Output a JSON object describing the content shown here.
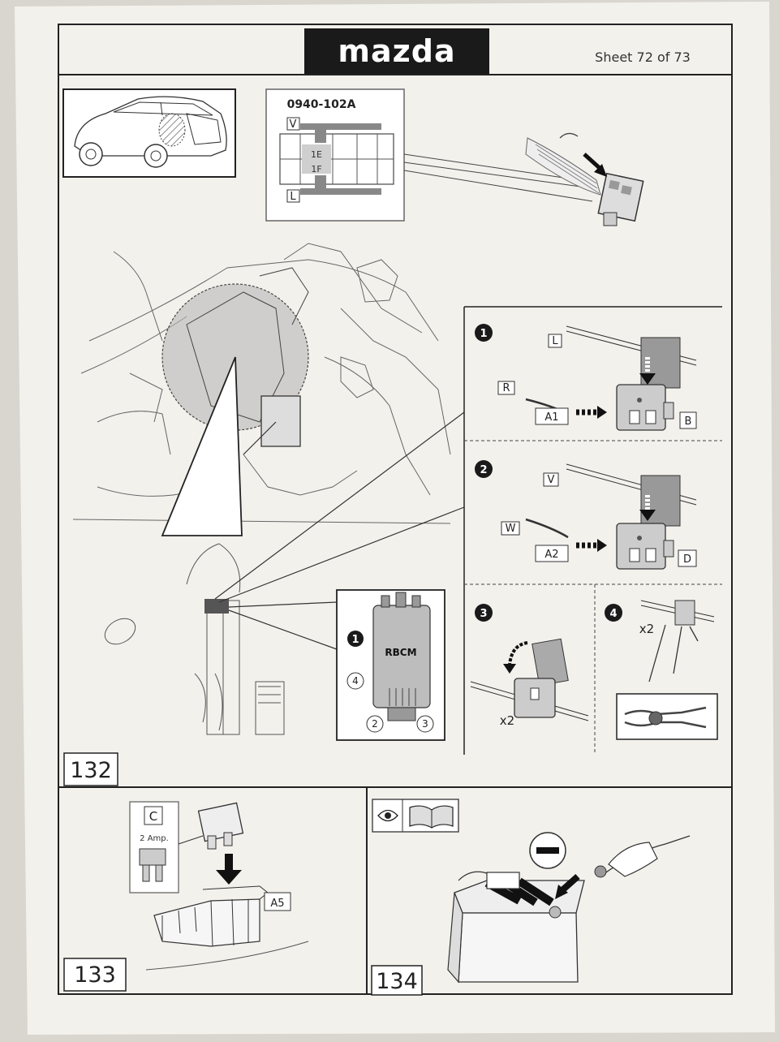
{
  "header": {
    "brand": "mazda",
    "sheet": "Sheet 72 of 73"
  },
  "connector": {
    "part_number": "0940-102A",
    "top_wire": "V",
    "bottom_wire": "L",
    "pin_1": "1E",
    "pin_2": "1F"
  },
  "step1": {
    "number": "1",
    "wire_main": "L",
    "wire_tap": "R",
    "tag_left": "A1",
    "tag_right": "B"
  },
  "step2": {
    "number": "2",
    "wire_main": "V",
    "wire_tap": "W",
    "tag_left": "A2",
    "tag_right": "D"
  },
  "step3": {
    "number": "3",
    "count": "x2"
  },
  "step4": {
    "number": "4",
    "count": "x2"
  },
  "module": {
    "label": "RBCM",
    "callout_1": "1",
    "callout_2": "2",
    "callout_3": "3",
    "callout_4": "4"
  },
  "panel_132": {
    "number": "132"
  },
  "panel_133": {
    "number": "133",
    "kit_letter": "C",
    "fuse_rating": "2 Amp.",
    "fuse_position": "A5"
  },
  "panel_134": {
    "number": "134"
  }
}
